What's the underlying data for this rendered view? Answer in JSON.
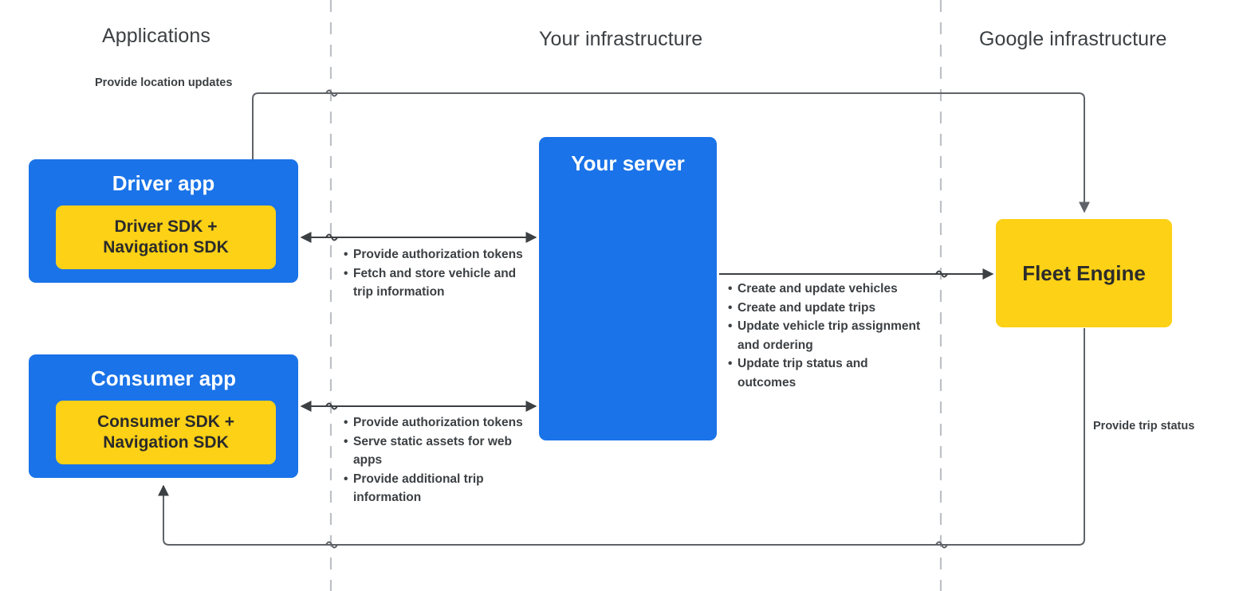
{
  "zones": [
    {
      "id": "applications",
      "label": "Applications"
    },
    {
      "id": "your_infrastructure",
      "label": "Your infrastructure"
    },
    {
      "id": "google_infrastructure",
      "label": "Google infrastructure"
    }
  ],
  "nodes": {
    "driver_app": {
      "title": "Driver app",
      "inner_title": "Driver SDK +\nNavigation SDK",
      "inner_line1": "Driver SDK +",
      "inner_line2": "Navigation SDK",
      "color": "#1a73e8",
      "inner_color": "#fcd116"
    },
    "consumer_app": {
      "title": "Consumer app",
      "inner_line1": "Consumer SDK +",
      "inner_line2": "Navigation SDK",
      "color": "#1a73e8",
      "inner_color": "#fcd116"
    },
    "your_server": {
      "title": "Your server",
      "color": "#1a73e8"
    },
    "fleet_engine": {
      "title": "Fleet Engine",
      "color": "#fcd116"
    }
  },
  "edges": {
    "driver_to_fleet_engine": {
      "label": "Provide location updates",
      "direction": "one-way"
    },
    "fleet_engine_to_consumer": {
      "label": "Provide trip status",
      "direction": "one-way"
    },
    "driver_to_server": {
      "direction": "two-way",
      "bullets": [
        "Provide authorization tokens",
        "Fetch and store vehicle and trip information"
      ]
    },
    "consumer_to_server": {
      "direction": "two-way",
      "bullets": [
        "Provide authorization tokens",
        "Serve static assets for web apps",
        "Provide additional trip information"
      ]
    },
    "server_to_fleet_engine": {
      "direction": "one-way",
      "bullets": [
        "Create and update vehicles",
        "Create and update trips",
        "Update vehicle trip assignment and ordering",
        "Update trip status and outcomes"
      ]
    }
  },
  "style": {
    "blue": "#1a73e8",
    "yellow": "#fcd116",
    "line": "#3c4043",
    "divider": "#bdc1c6",
    "text_dark": "#3c4043",
    "text_light": "#ffffff"
  }
}
